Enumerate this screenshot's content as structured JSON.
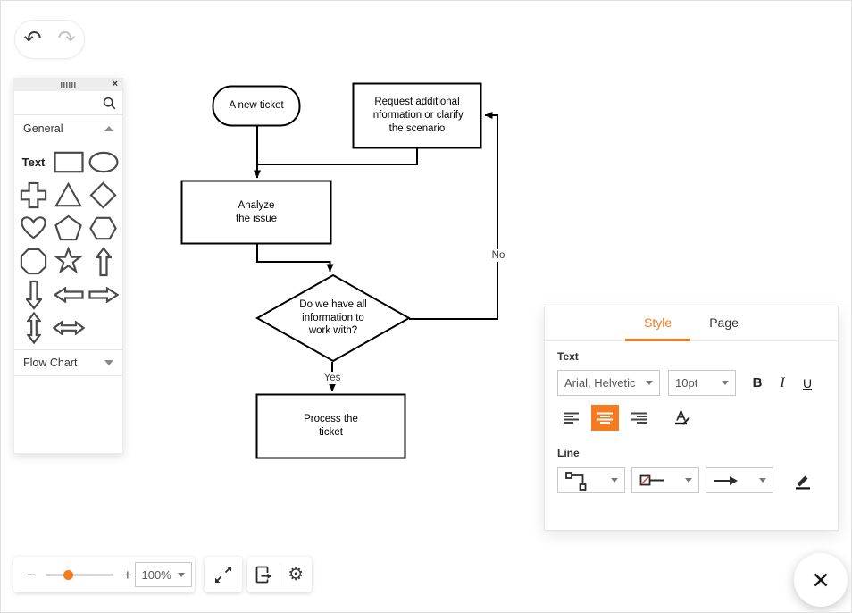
{
  "colors": {
    "accent": "#f47b20",
    "node_stroke": "#000000",
    "palette_icon_stroke": "#4a4a4a"
  },
  "icons": {
    "undo": "↶",
    "redo": "↷",
    "palette_close": "×",
    "gear": "⚙",
    "minus": "−",
    "plus": "+"
  },
  "palette": {
    "text_item_label": "Text",
    "sections": [
      {
        "label": "General",
        "expanded": true
      },
      {
        "label": "Flow Chart",
        "expanded": false
      }
    ],
    "shape_names": [
      "text",
      "rectangle",
      "ellipse",
      "plus",
      "triangle",
      "diamond",
      "heart",
      "pentagon",
      "hexagon",
      "octagon",
      "star",
      "arrow-up",
      "arrow-down",
      "arrow-left",
      "arrow-right",
      "arrow-up-down",
      "arrow-left-right"
    ]
  },
  "canvas": {
    "nodes": [
      {
        "name": "new-ticket",
        "type": "terminator",
        "label": "A new ticket"
      },
      {
        "name": "request-additional",
        "type": "process",
        "label": "Request additional\ninformation or clarify\nthe scenario"
      },
      {
        "name": "analyze-issue",
        "type": "process",
        "label": "Analyze\nthe issue"
      },
      {
        "name": "decision",
        "type": "decision",
        "label": "Do we have all\ninformation to\nwork with?"
      },
      {
        "name": "process-ticket",
        "type": "process",
        "label": "Process the\nticket"
      }
    ],
    "connector_labels": {
      "yes": "Yes",
      "no": "No"
    }
  },
  "style_panel": {
    "tabs": [
      {
        "label": "Style",
        "active": true
      },
      {
        "label": "Page",
        "active": false
      }
    ],
    "text_section": {
      "label": "Text",
      "font_family_value": "Arial, Helvetic",
      "font_size_value": "10pt",
      "bold_label": "B",
      "italic_label": "I",
      "underline_label": "U",
      "alignment_selected": "center"
    },
    "line_section": {
      "label": "Line"
    }
  },
  "zoom_toolbar": {
    "zoom_value": "100%"
  }
}
